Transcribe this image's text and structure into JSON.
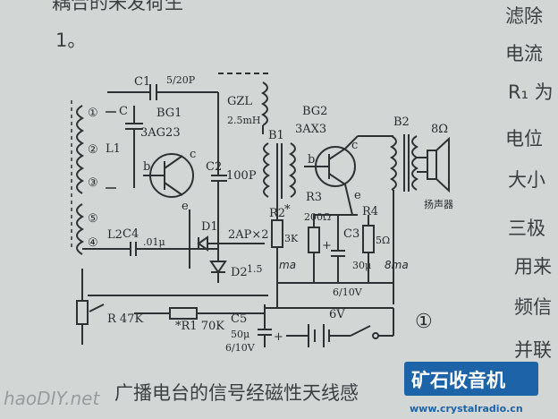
{
  "text": {
    "top_left_heading": "耦合的未发荷生",
    "step_number": "1。",
    "right_column": [
      "滤除",
      "电流",
      "R₁ 为",
      "电位",
      "大小",
      "三极",
      "用来",
      "频信",
      "并联"
    ],
    "bottom_caption": "广播电台的信号经磁性天线感"
  },
  "circuit": {
    "coil_taps": [
      "①",
      "②",
      "③",
      "⑤",
      "④"
    ],
    "C1": "C1",
    "C1_value": "5/20P",
    "L1": "L1",
    "C_label": "C",
    "BG1": "BG1",
    "BG1_model": "3AG23",
    "C2": "C2",
    "C2_value": "100P",
    "GZL": "GZL",
    "GZL_value": "2.5mH",
    "L2": "L2",
    "C4": "C4",
    "C4_value": ".01μ",
    "D1": "D1",
    "D2": "D2",
    "diode_model": "2AP×2",
    "D2_value": "1.5",
    "ma_label": "ma",
    "B1": "B1",
    "BG2": "BG2",
    "BG2_model": "3AX3",
    "R2": "R2",
    "R2_value": "3K",
    "R3": "R3",
    "R3_value": "200Ω",
    "C3": "C3",
    "C3_value": "30μ",
    "R4": "R4",
    "R4_value": "5Ω",
    "current_8ma": "8ma",
    "C3_rating": "6/10V",
    "B2": "B2",
    "speaker_ohm": "8Ω",
    "speaker_cn": "扬声器",
    "R_label": "R 47K",
    "R1_label": "*R1 70K",
    "C5": "C5",
    "C5_value": "50μ",
    "C5_rating": "6/10V",
    "battery": "6V",
    "figure_marker": "①",
    "b": "b",
    "c": "c",
    "e": "e",
    "star": "*"
  },
  "watermarks": {
    "left": "haoDIY.net",
    "right": "矿石收音机",
    "right_url": "www.crystalradio.cn"
  }
}
